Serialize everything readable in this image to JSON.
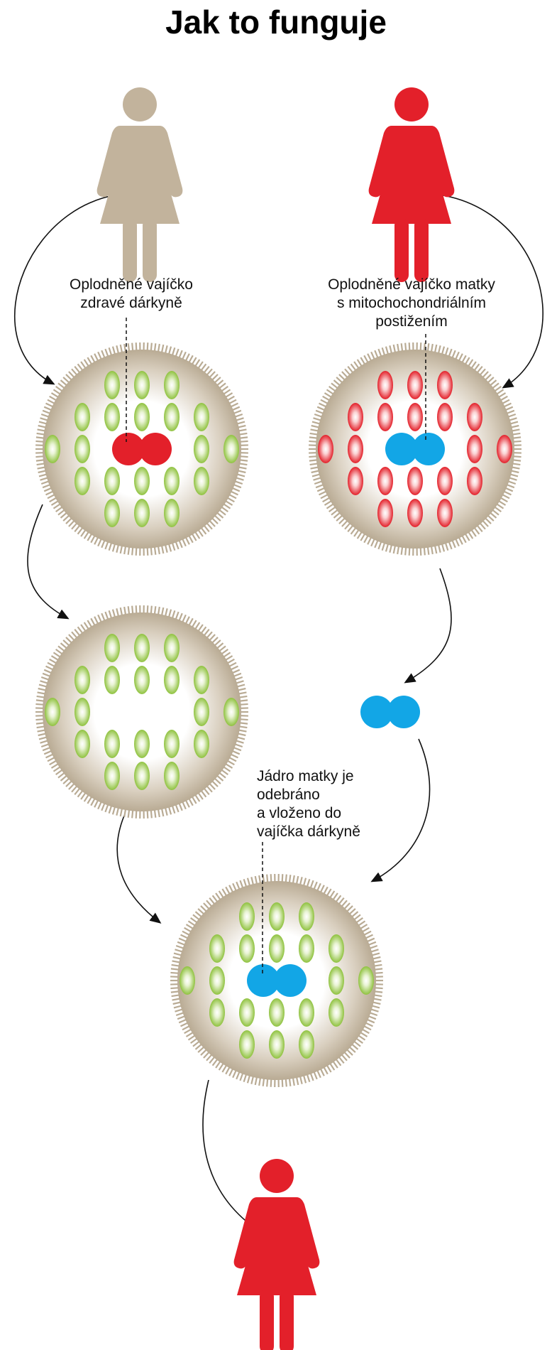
{
  "title": "Jak to funguje",
  "labels": {
    "donor_egg": [
      "Oplodněné vajíčko",
      "zdravé dárkyně"
    ],
    "mother_egg": [
      "Oplodněné vajíčko matky",
      "s mitochochondriálním",
      "postižením"
    ],
    "transfer": [
      "Jádro matky je",
      "odebráno",
      "a vloženo do",
      "vajíčka dárkyně"
    ]
  },
  "colors": {
    "donor_woman": "#c2b39c",
    "healthy_woman": "#e3202a",
    "mother_woman": "#e3202a",
    "cell_rim": "#b9ab94",
    "healthy_mitochondria": "#8fc23f",
    "damaged_mitochondria": "#e3202a",
    "donor_nucleus": "#e3202a",
    "mother_nucleus": "#12a6e6",
    "arrow": "#111111"
  },
  "icons": [
    "woman-icon",
    "egg-cell",
    "nucleus",
    "mitochondrion",
    "arrow"
  ]
}
